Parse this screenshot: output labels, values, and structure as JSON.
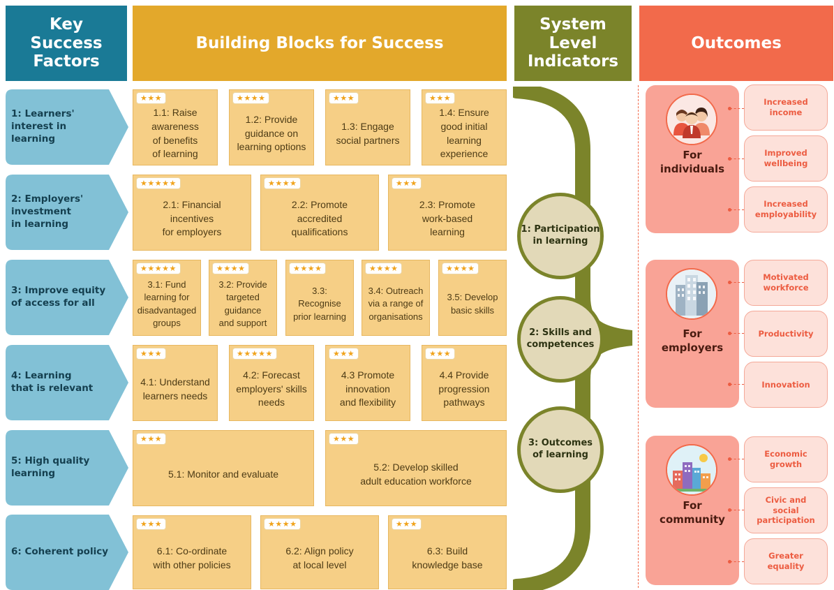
{
  "headers": {
    "key_success_factors": "Key\nSuccess\nFactors",
    "building_blocks": "Building Blocks for Success",
    "system_level_indicators": "System\nLevel\nIndicators",
    "outcomes": "Outcomes"
  },
  "colors": {
    "ksf_header": "#1a7a96",
    "ksf_arrow": "#82c1d6",
    "building_blocks_header": "#e3a82b",
    "card": "#f6cf86",
    "star": "#f0a31c",
    "indicators": "#7b842a",
    "indicator_circle": "#e2d9b8",
    "outcomes_header": "#f26a4b",
    "outcome_group": "#f9a396",
    "outcome_item": "#fde1da"
  },
  "key_success_factors": [
    "1: Learners'\ninterest in learning",
    "2: Employers'\ninvestment\nin learning",
    "3: Improve equity\nof access for all",
    "4: Learning\nthat is relevant",
    "5: High quality\nlearning",
    "6: Coherent policy"
  ],
  "building_blocks": [
    {
      "stars": 3,
      "stars_text": "★★★",
      "text": "1.1: Raise\nawareness\nof benefits\nof learning"
    },
    {
      "stars": 4,
      "stars_text": "★★★★",
      "text": "1.2: Provide\nguidance on\nlearning options"
    },
    {
      "stars": 3,
      "stars_text": "★★★",
      "text": "1.3: Engage\nsocial partners"
    },
    {
      "stars": 3,
      "stars_text": "★★★",
      "text": "1.4: Ensure\ngood initial\nlearning\nexperience"
    },
    {
      "stars": 5,
      "stars_text": "★★★★★",
      "text": "2.1: Financial\nincentives\nfor employers"
    },
    {
      "stars": 4,
      "stars_text": "★★★★",
      "text": "2.2: Promote\naccredited\nqualifications"
    },
    {
      "stars": 3,
      "stars_text": "★★★",
      "text": "2.3: Promote\nwork-based\nlearning"
    },
    {
      "stars": 5,
      "stars_text": "★★★★★",
      "text": "3.1: Fund\nlearning for\ndisadvantaged\ngroups"
    },
    {
      "stars": 4,
      "stars_text": "★★★★",
      "text": "3.2: Provide\ntargeted\nguidance\nand support"
    },
    {
      "stars": 4,
      "stars_text": "★★★★",
      "text": "3.3:\nRecognise\nprior learning"
    },
    {
      "stars": 4,
      "stars_text": "★★★★",
      "text": "3.4: Outreach\nvia a range of\norganisations"
    },
    {
      "stars": 4,
      "stars_text": "★★★★",
      "text": "3.5: Develop\nbasic skills"
    },
    {
      "stars": 3,
      "stars_text": "★★★",
      "text": "4.1: Understand\nlearners needs"
    },
    {
      "stars": 5,
      "stars_text": "★★★★★",
      "text": "4.2: Forecast\nemployers' skills\nneeds"
    },
    {
      "stars": 3,
      "stars_text": "★★★",
      "text": "4.3 Promote\ninnovation\nand flexibility"
    },
    {
      "stars": 3,
      "stars_text": "★★★",
      "text": "4.4 Provide\nprogression\npathways"
    },
    {
      "stars": 3,
      "stars_text": "★★★",
      "text": "5.1: Monitor and evaluate"
    },
    {
      "stars": 3,
      "stars_text": "★★★",
      "text": "5.2: Develop skilled\nadult education workforce"
    },
    {
      "stars": 3,
      "stars_text": "★★★",
      "text": "6.1: Co-ordinate\nwith other policies"
    },
    {
      "stars": 4,
      "stars_text": "★★★★",
      "text": "6.2: Align policy\nat local level"
    },
    {
      "stars": 3,
      "stars_text": "★★★",
      "text": "6.3: Build\nknowledge base"
    }
  ],
  "system_level_indicators": [
    "1: Participation\nin learning",
    "2: Skills and\ncompetences",
    "3: Outcomes\nof learning"
  ],
  "outcome_groups": [
    {
      "label": "For\nindividuals",
      "icon": "people-icon",
      "items": [
        "Increased\nincome",
        "Improved\nwellbeing",
        "Increased\nemployability"
      ]
    },
    {
      "label": "For\nemployers",
      "icon": "office-buildings-icon",
      "items": [
        "Motivated\nworkforce",
        "Productivity",
        "Innovation"
      ]
    },
    {
      "label": "For\ncommunity",
      "icon": "town-icon",
      "items": [
        "Economic\ngrowth",
        "Civic and\nsocial\nparticipation",
        "Greater\nequality"
      ]
    }
  ]
}
